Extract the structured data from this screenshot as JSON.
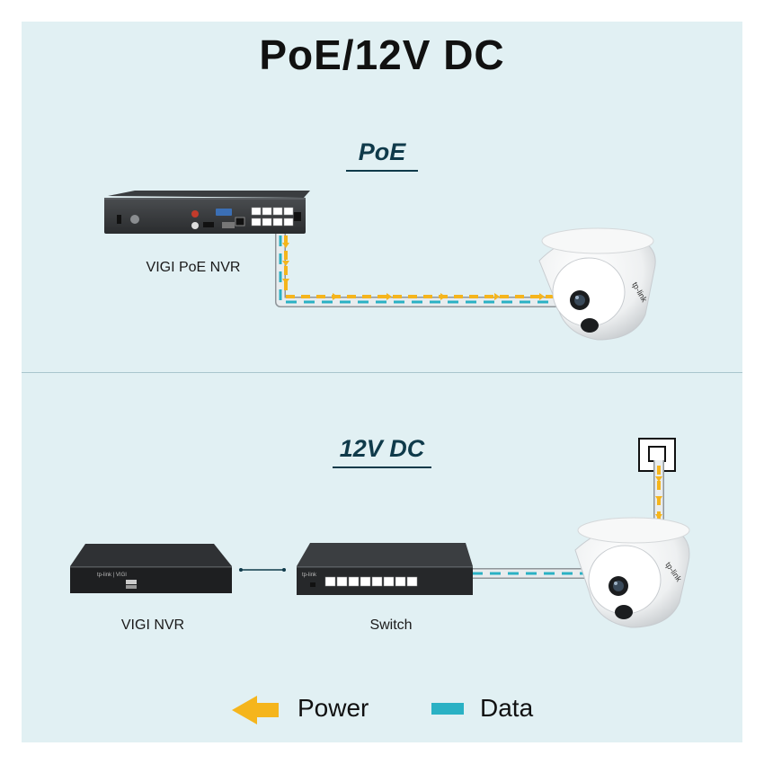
{
  "title": "PoE/12V DC",
  "sections": [
    {
      "title": "PoE",
      "devices": [
        "VIGI PoE NVR"
      ]
    },
    {
      "title": "12V DC",
      "devices": [
        "VIGI NVR",
        "Switch"
      ]
    }
  ],
  "legend": {
    "power_label": "Power",
    "data_label": "Data"
  },
  "colors": {
    "power": "#f5b51c",
    "data": "#2ab1c4",
    "panel": "#e1f0f3"
  },
  "device_marks": {
    "brand": "tp-link",
    "nvr_front_text": "tp-link | VIGI"
  }
}
